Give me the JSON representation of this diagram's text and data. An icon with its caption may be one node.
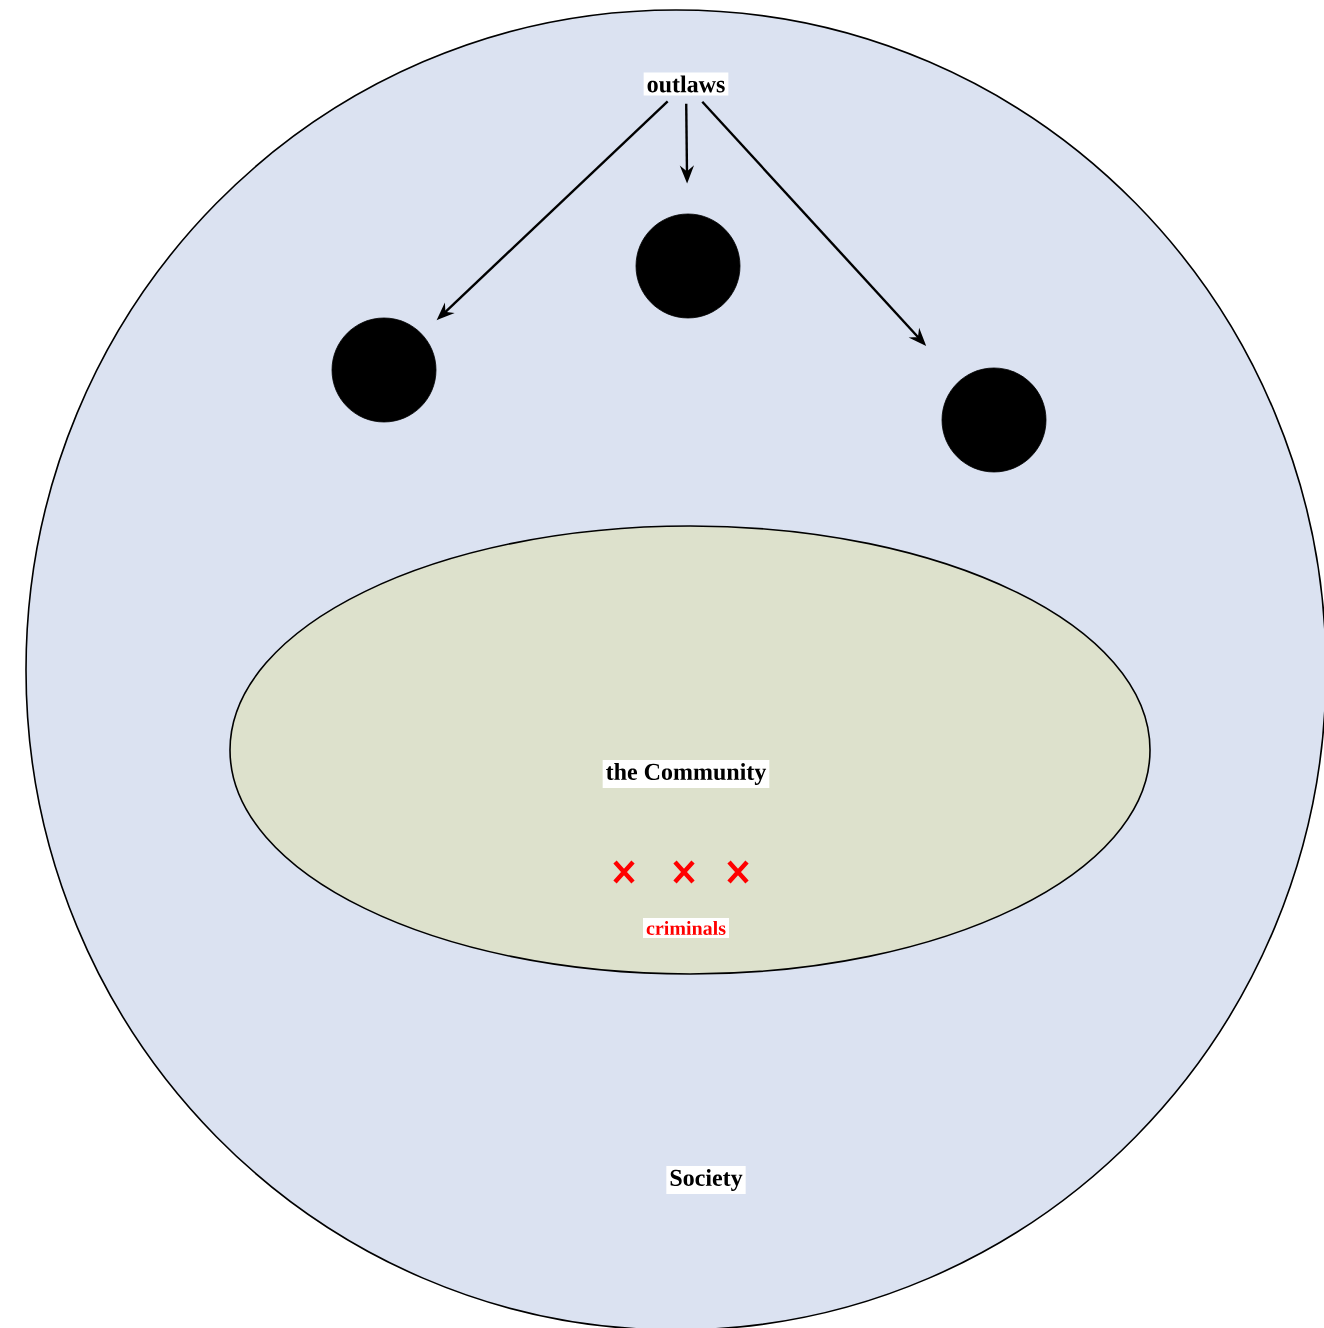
{
  "diagram": {
    "nodes": [
      {
        "text": [
          "Society"
        ]
      },
      {
        "text": [
          "outlaws"
        ],
        "in": 0
      },
      {
        "text": [],
        "shape": "circle",
        "in": 0
      },
      {
        "text": [],
        "shape": "circle",
        "in": 0
      },
      {
        "text": [],
        "shape": "circle",
        "in": 0
      },
      {
        "text": [
          "the Community",
          "criminals"
        ],
        "in": 0
      }
    ],
    "edges": [
      {
        "from": 1,
        "to": 2,
        "arrow": "to"
      },
      {
        "from": 1,
        "to": 3,
        "arrow": "to"
      },
      {
        "from": 1,
        "to": 4,
        "arrow": "to"
      }
    ]
  }
}
